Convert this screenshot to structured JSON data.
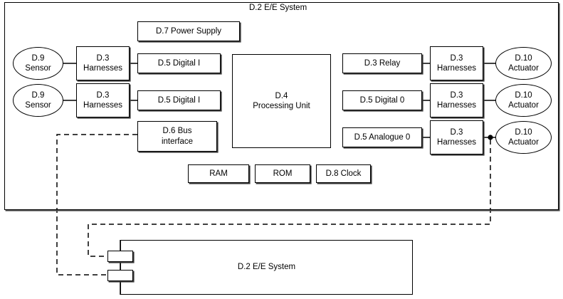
{
  "diagram": {
    "title": "D.2 E/E System",
    "outer_system_label": "D.2 E/E System",
    "bottom_system_label": "D.2 E/E System",
    "power_supply": "D.7 Power Supply",
    "processing_unit": {
      "line1": "D.4",
      "line2": "Processing Unit"
    },
    "bus_interface": {
      "line1": "D.6 Bus",
      "line2": "interface"
    },
    "sensors": [
      {
        "line1": "D.9",
        "line2": "Sensor"
      },
      {
        "line1": "D.9",
        "line2": "Sensor"
      }
    ],
    "input_harnesses": [
      {
        "line1": "D.3",
        "line2": "Harnesses"
      },
      {
        "line1": "D.3",
        "line2": "Harnesses"
      }
    ],
    "input_interfaces": [
      "D.5 Digital I",
      "D.5 Digital I"
    ],
    "output_interfaces": [
      "D.3 Relay",
      "D.5 Digital 0",
      "D.5 Analogue 0"
    ],
    "output_harnesses": [
      {
        "line1": "D.3",
        "line2": "Harnesses"
      },
      {
        "line1": "D.3",
        "line2": "Harnesses"
      },
      {
        "line1": "D.3",
        "line2": "Harnesses"
      }
    ],
    "actuators": [
      {
        "line1": "D.10",
        "line2": "Actuator"
      },
      {
        "line1": "D.10",
        "line2": "Actuator"
      },
      {
        "line1": "D.10",
        "line2": "Actuator"
      }
    ],
    "memory_blocks": [
      "RAM",
      "ROM",
      "D.8 Clock"
    ],
    "connectors": [
      "",
      ""
    ],
    "colors": {
      "stroke": "#000000",
      "fill": "#ffffff",
      "shadow": "#3a3a3a"
    }
  }
}
